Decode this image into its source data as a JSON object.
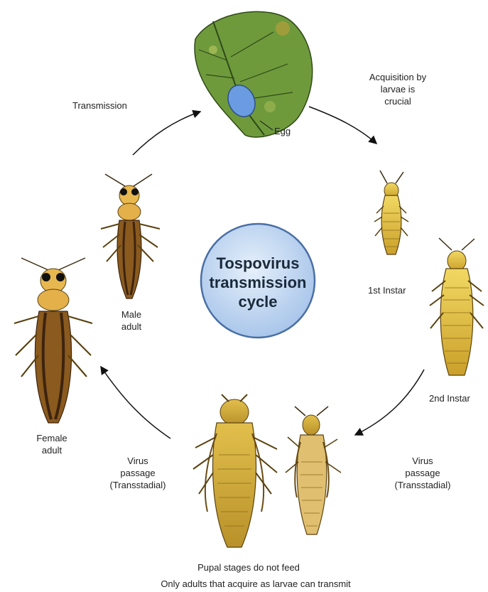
{
  "title": "Tospovirus\ntransmission\ncycle",
  "labels": {
    "transmission": "Transmission",
    "acquisition_line1": "Acquisition by",
    "acquisition_line2": "larvae is",
    "acquisition_line3": "crucial",
    "egg": "Egg",
    "first_instar": "1st Instar",
    "second_instar": "2nd Instar",
    "virus_right_line1": "Virus",
    "virus_right_line2": "passage",
    "virus_right_line3": "(Transstadial)",
    "virus_left_line1": "Virus",
    "virus_left_line2": "passage",
    "virus_left_line3": "(Transstadial)",
    "male_line1": "Male",
    "male_line2": "adult",
    "female_line1": "Female",
    "female_line2": "adult",
    "pupal": "Pupal stages do not feed",
    "only_adults": "Only adults that acquire as larvae can transmit"
  },
  "colors": {
    "leaf": "#6e9a3c",
    "egg": "#6b9be0",
    "circle_fill": "#c8dcf4",
    "circle_stroke": "#4a6fa5",
    "larva": "#e8c53a",
    "adult_body": "#8a5a1e",
    "adult_wing": "#3d2410"
  }
}
